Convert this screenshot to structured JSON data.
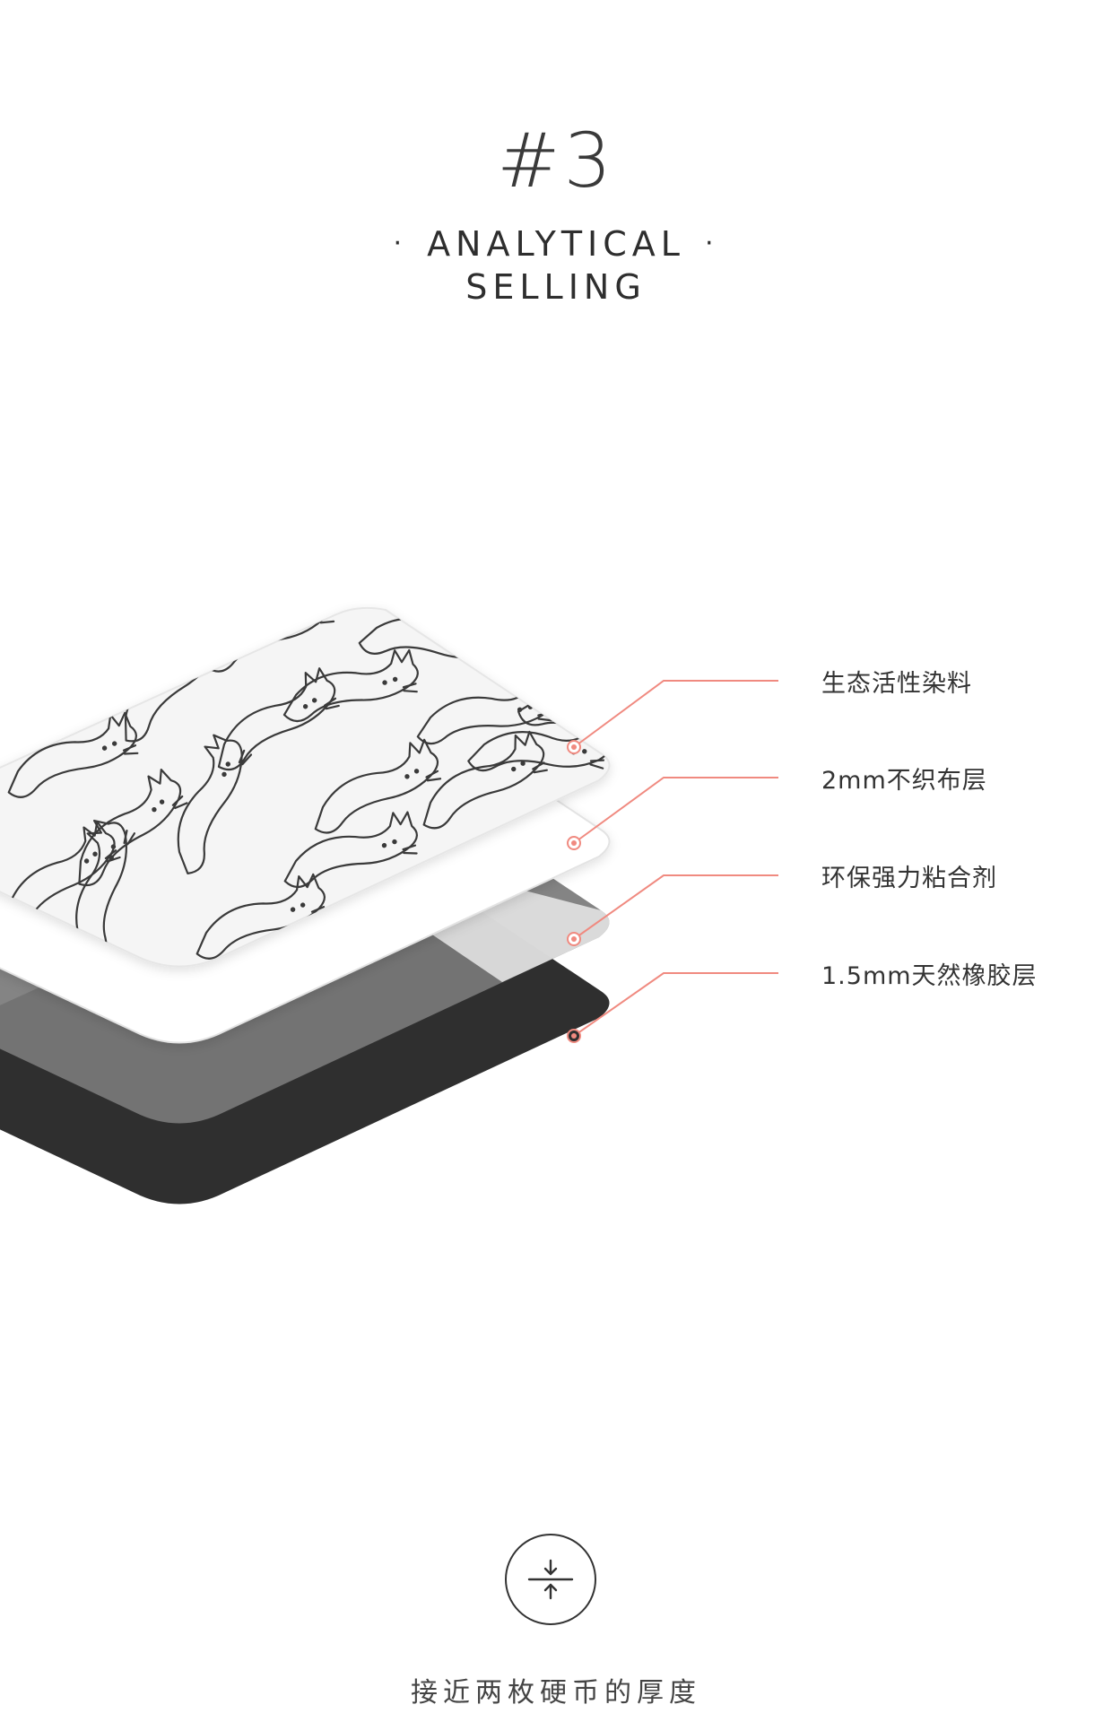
{
  "header": {
    "number": "#3",
    "title_line1": "ANALYTICAL",
    "title_line2": "SELLING",
    "dot": "·"
  },
  "layers": [
    {
      "label": "生态活性染料"
    },
    {
      "label": "2mm不织布层"
    },
    {
      "label": "环保强力粘合剂"
    },
    {
      "label": "1.5mm天然橡胶层"
    }
  ],
  "colors": {
    "accent": "#f08a80",
    "rubber": "#2f2f2f",
    "adhesive": "#707070",
    "fabric": "#ffffff",
    "print": "#f4f4f4"
  },
  "thickness": {
    "icon": "compress-arrows-icon",
    "caption": "接近两枚硬币的厚度"
  }
}
